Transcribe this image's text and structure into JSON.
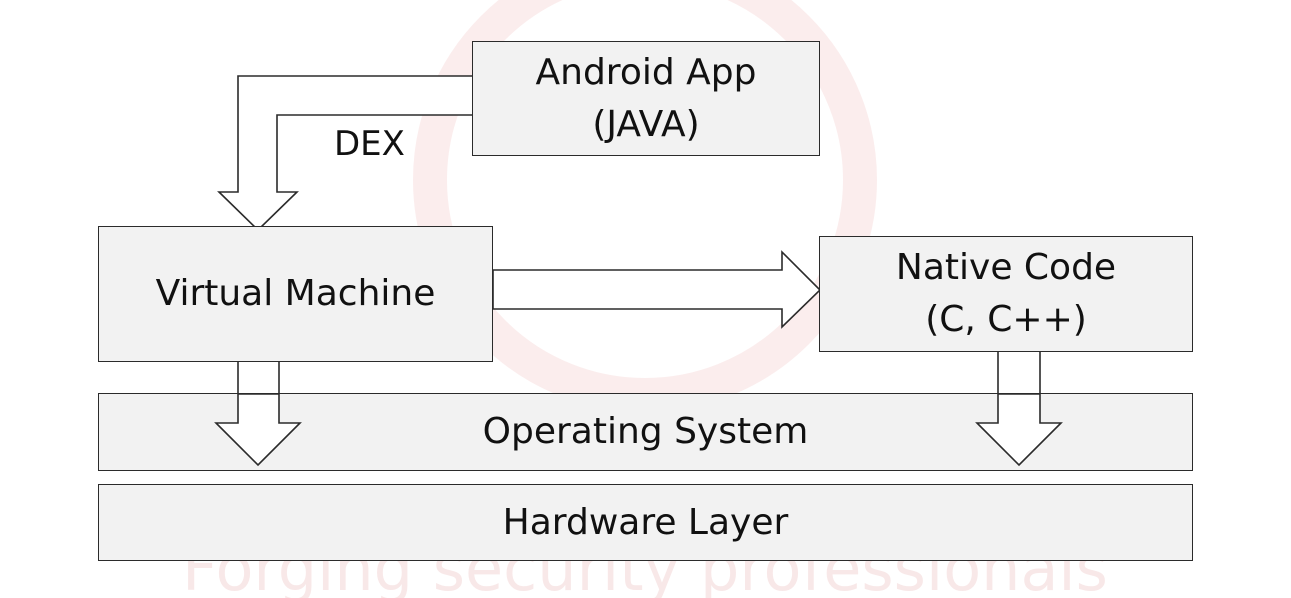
{
  "diagram": {
    "boxes": {
      "android_app": {
        "line1": "Android App",
        "line2": "(JAVA)"
      },
      "virtual_machine": {
        "label": "Virtual Machine"
      },
      "native_code": {
        "line1": "Native Code",
        "line2": "(C, C++)"
      },
      "operating_system": {
        "label": "Operating System"
      },
      "hardware_layer": {
        "label": "Hardware Layer"
      }
    },
    "arrow_labels": {
      "dex": "DEX"
    },
    "watermark": {
      "tagline": "Forging security professionals"
    },
    "colors": {
      "box_fill": "#f2f2f2",
      "box_border": "#2b2b2b",
      "arrow_fill": "#ffffff",
      "watermark": "#f3c9c9"
    }
  }
}
